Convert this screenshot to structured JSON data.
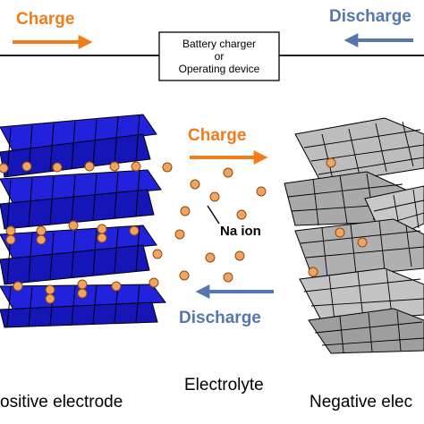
{
  "top": {
    "charge_label": "Charge",
    "discharge_label": "Discharge",
    "device_line1": "Battery charger",
    "device_line2": "or",
    "device_line3": "Operating device"
  },
  "middle": {
    "charge_label": "Charge",
    "discharge_label": "Discharge",
    "ion_label": "Na ion"
  },
  "bottom": {
    "positive_label": "ositive electrode",
    "electrolyte_label": "Electrolyte",
    "negative_label": "Negative elec"
  },
  "colors": {
    "charge": "#f07c1a",
    "discharge": "#5577b0",
    "cathode": "#1a1ad6",
    "ion": "#f2a35e",
    "anode": "#b8b8b8"
  }
}
